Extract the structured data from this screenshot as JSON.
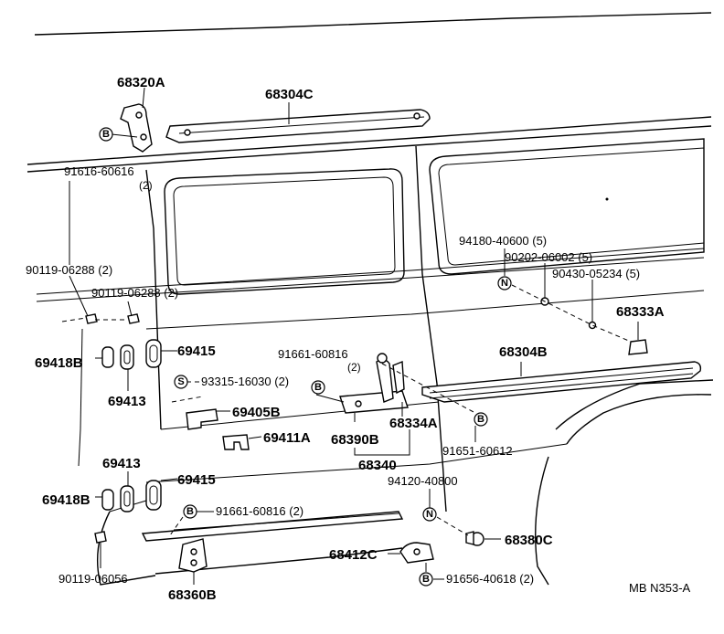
{
  "labels": {
    "p68320A": "68320A",
    "p68304C": "68304C",
    "p91616_60616": "91616-60616",
    "q91616": "(2)",
    "p90119_06288_a": "90119-06288 (2)",
    "p90119_06288_b": "90119-06288 (2)",
    "p69418B_a": "69418B",
    "p69413_a": "69413",
    "p69415_a": "69415",
    "p93315_16030": "93315-16030 (2)",
    "p69405B": "69405B",
    "p69411A": "69411A",
    "p91661_60816_a": "91661-60816",
    "q91661_a": "(2)",
    "p68390B": "68390B",
    "p68334A": "68334A",
    "p68340": "68340",
    "p94180_40600": "94180-40600 (5)",
    "p90202_06002": "90202-06002 (5)",
    "p90430_05234": "90430-05234 (5)",
    "p68333A": "68333A",
    "p68304B": "68304B",
    "p91651_60612": "91651-60612",
    "p94120_40800": "94120-40800",
    "p69413_b": "69413",
    "p69418B_b": "69418B",
    "p69415_b": "69415",
    "p91661_60816_b": "91661-60816 (2)",
    "p68380C": "68380C",
    "p68412C": "68412C",
    "p91656_40618": "91656-40618 (2)",
    "p90119_06056": "90119-06056",
    "p68360B": "68360B",
    "code": "MB N353-A"
  },
  "badges": {
    "b": "B",
    "n": "N",
    "s": "S"
  }
}
